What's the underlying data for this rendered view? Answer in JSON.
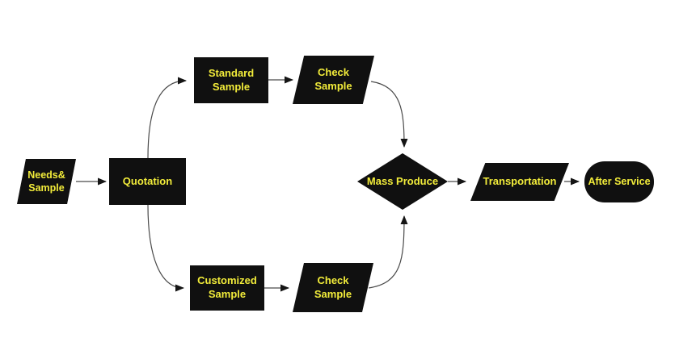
{
  "diagram": {
    "type": "flowchart",
    "background": "#ffffff"
  },
  "colors": {
    "node_fill": "#101010",
    "node_text": "#f2ec3a",
    "connector": "#4a4a4a",
    "arrowhead": "#151515",
    "canvas_bg": "#ffffff"
  },
  "nodes": [
    {
      "id": "needs-sample",
      "label": "Needs&\nSample",
      "shape": "parallelogram"
    },
    {
      "id": "quotation",
      "label": "Quotation",
      "shape": "rectangle"
    },
    {
      "id": "standard-sample",
      "label": "Standard\nSample",
      "shape": "rectangle"
    },
    {
      "id": "check-sample-top",
      "label": "Check\nSample",
      "shape": "parallelogram"
    },
    {
      "id": "customized-sample",
      "label": "Customized\nSample",
      "shape": "rectangle"
    },
    {
      "id": "check-sample-bottom",
      "label": "Check\nSample",
      "shape": "parallelogram"
    },
    {
      "id": "mass-produce",
      "label": "Mass Produce",
      "shape": "diamond"
    },
    {
      "id": "transportation",
      "label": "Transportation",
      "shape": "parallelogram"
    },
    {
      "id": "after-service",
      "label": "After Service",
      "shape": "terminator"
    }
  ],
  "edges": [
    {
      "from": "needs-sample",
      "to": "quotation"
    },
    {
      "from": "quotation",
      "to": "standard-sample"
    },
    {
      "from": "quotation",
      "to": "customized-sample"
    },
    {
      "from": "standard-sample",
      "to": "check-sample-top"
    },
    {
      "from": "check-sample-top",
      "to": "mass-produce"
    },
    {
      "from": "customized-sample",
      "to": "check-sample-bottom"
    },
    {
      "from": "check-sample-bottom",
      "to": "mass-produce"
    },
    {
      "from": "mass-produce",
      "to": "transportation"
    },
    {
      "from": "transportation",
      "to": "after-service"
    }
  ]
}
